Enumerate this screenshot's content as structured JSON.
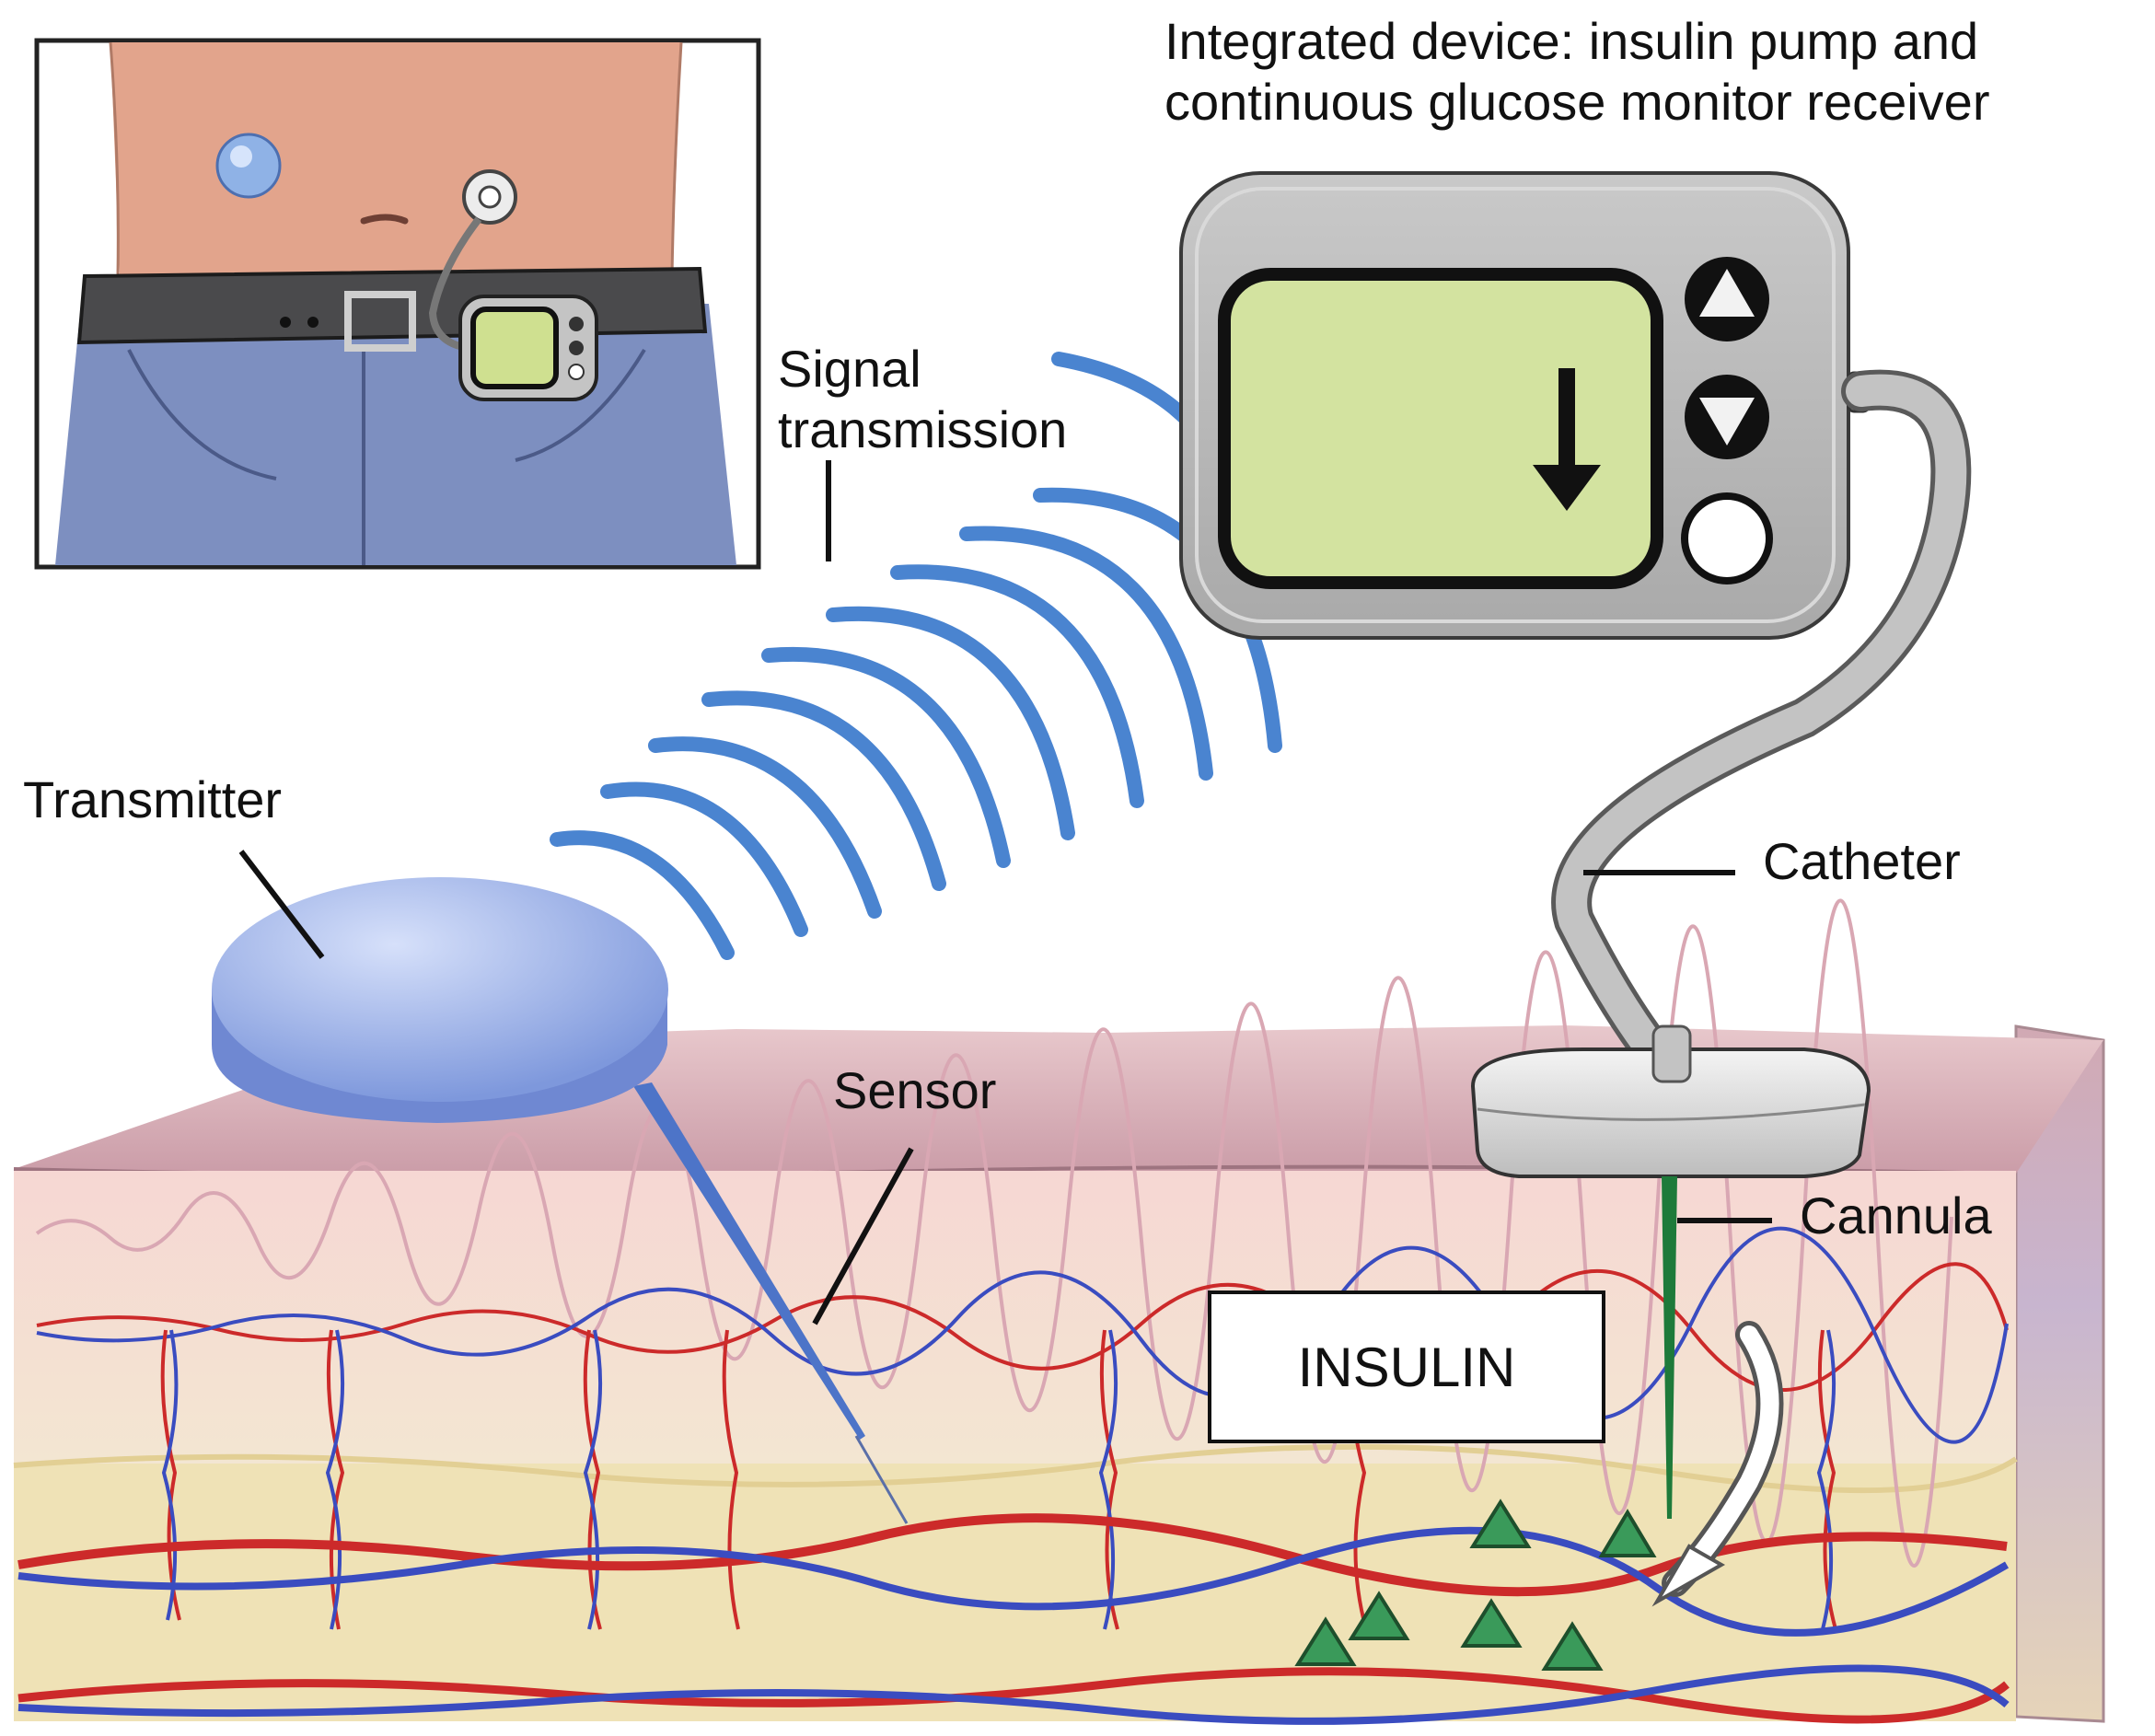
{
  "title": {
    "line1": "Integrated device: insulin pump and",
    "line2": "continuous glucose monitor receiver"
  },
  "labels": {
    "signal_line1": "Signal",
    "signal_line2": "transmission",
    "transmitter": "Transmitter",
    "sensor": "Sensor",
    "catheter": "Catheter",
    "cannula": "Cannula",
    "insulin": "INSULIN"
  },
  "colors": {
    "skin_top": "#d8b3bb",
    "dermis": "#f5dfd8",
    "fat": "#efe3b8",
    "signal_wave": "#4a84d0",
    "transmitter": "#8ea8e6",
    "device_body": "#b9b9b9",
    "device_screen": "#d3e3a0",
    "cannula": "#1e7a3a",
    "insulin_molecule": "#3a9a5a",
    "artery": "#cc2a2a",
    "vein": "#3a4cc0"
  },
  "icons": [
    "down-arrow-icon",
    "up-button-icon",
    "down-button-icon",
    "round-button-icon",
    "insulin-molecule-icon"
  ]
}
